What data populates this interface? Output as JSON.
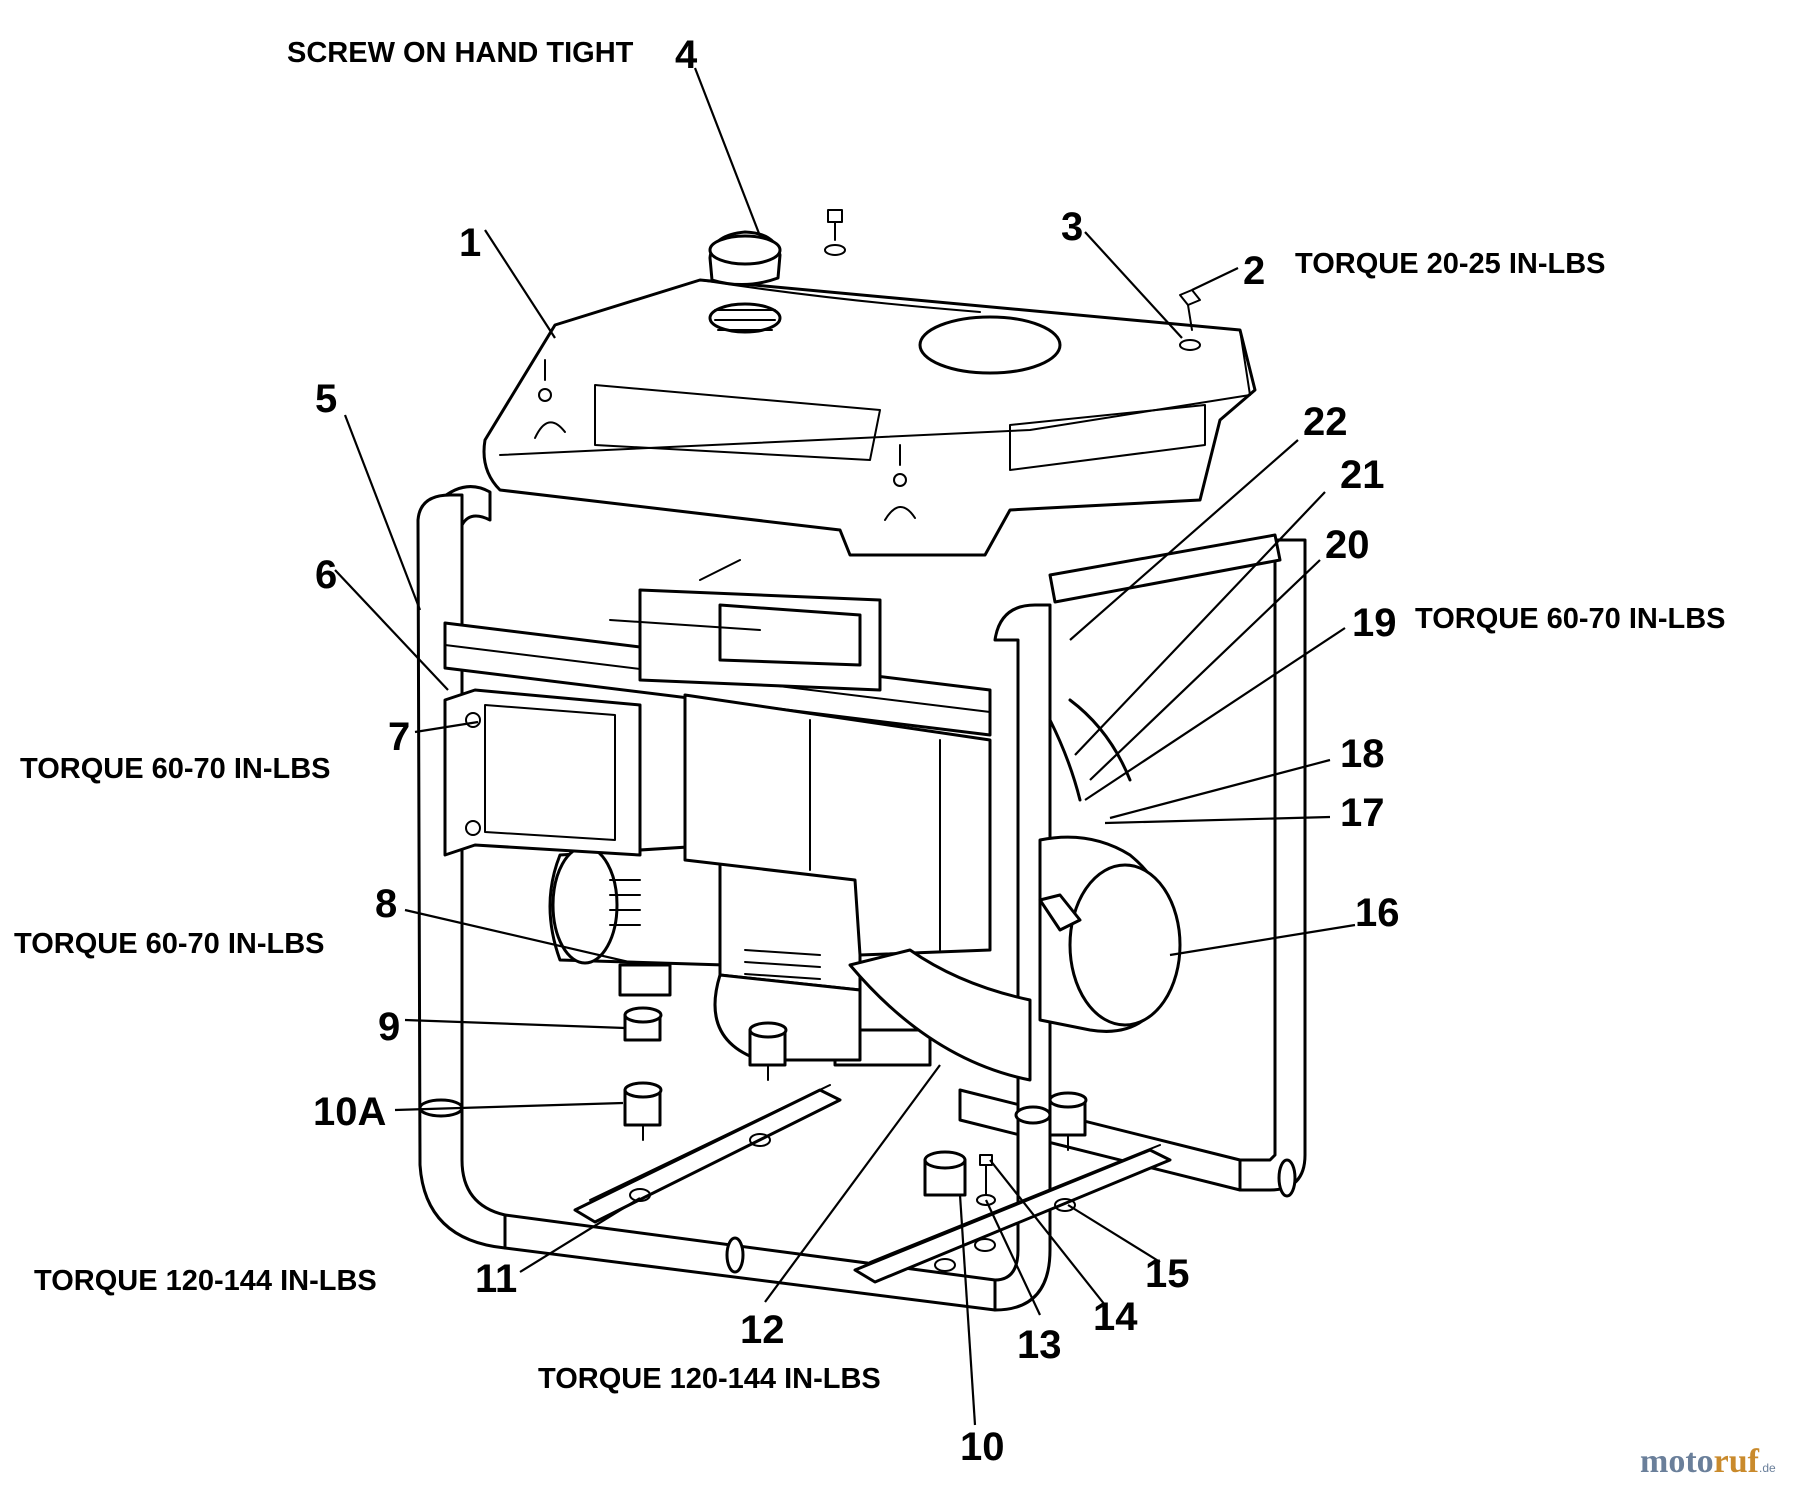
{
  "callouts": {
    "c1": "1",
    "c2": "2",
    "c3": "3",
    "c4": "4",
    "c5": "5",
    "c6": "6",
    "c7": "7",
    "c8": "8",
    "c9": "9",
    "c10": "10",
    "c10a": "10A",
    "c11": "11",
    "c12": "12",
    "c13": "13",
    "c14": "14",
    "c15": "15",
    "c16": "16",
    "c17": "17",
    "c18": "18",
    "c19": "19",
    "c20": "20",
    "c21": "21",
    "c22": "22"
  },
  "notes": {
    "screw_cap": "SCREW ON HAND TIGHT",
    "torque_tank": "TORQUE 20-25 IN-LBS",
    "torque_right": "TORQUE 60-70 IN-LBS",
    "torque_panel": "TORQUE 60-70 IN-LBS",
    "torque_alt": "TORQUE 60-70 IN-LBS",
    "torque_base_left": "TORQUE 120-144 IN-LBS",
    "torque_base_bottom": "TORQUE 120-144 IN-LBS"
  },
  "watermark": {
    "part_a": "moto",
    "part_b": "ruf",
    "part_c": ".de"
  }
}
